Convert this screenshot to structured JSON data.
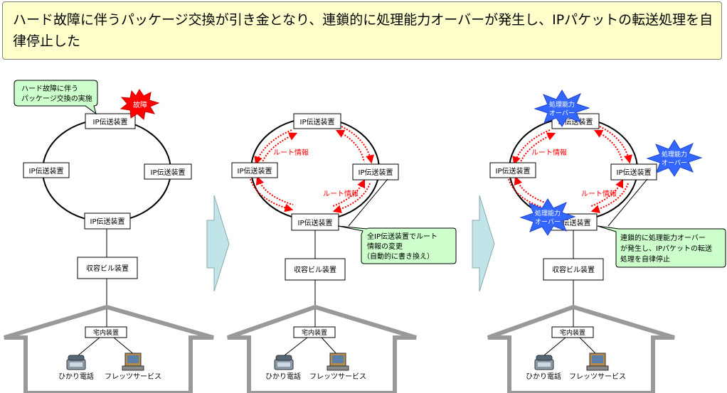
{
  "header": {
    "text": "ハード故障に伴うパッケージ交換が引き金となり、連鎖的に処理能力オーバーが発生し、IPパケットの転送処理を自律停止した"
  },
  "devices": {
    "ip": "IP伝送装置",
    "building": "収容ビル装置",
    "home": "宅内装置",
    "phone": "ひかり電話",
    "flets": "フレッツサービス"
  },
  "panel1": {
    "callout_line1": "ハード故障に伴う",
    "callout_line2": "パッケージ交換の実施",
    "failure_burst": "故障"
  },
  "panel2": {
    "route_info": "ルート情報",
    "callout_line1": "全IP伝送装置でルート",
    "callout_line2": "情報の変更",
    "callout_line3": "（自動的に書き換え）"
  },
  "panel3": {
    "route_info": "ルート情報",
    "overload_line1": "処理能力",
    "overload_line2": "オーバー",
    "callout_line1": "連鎖的に処理能力オーバー",
    "callout_line2": "が発生し、IPパケットの転送",
    "callout_line3": "処理を自律停止"
  },
  "colors": {
    "header_bg": "#ffffcc",
    "callout_bg": "#ccffcc",
    "failure_red": "#ff0000",
    "overload_blue": "#3366ff",
    "route_red": "#ff0000",
    "arrow_fill": "#c0e4e8",
    "device_fill": "#ffffff"
  }
}
